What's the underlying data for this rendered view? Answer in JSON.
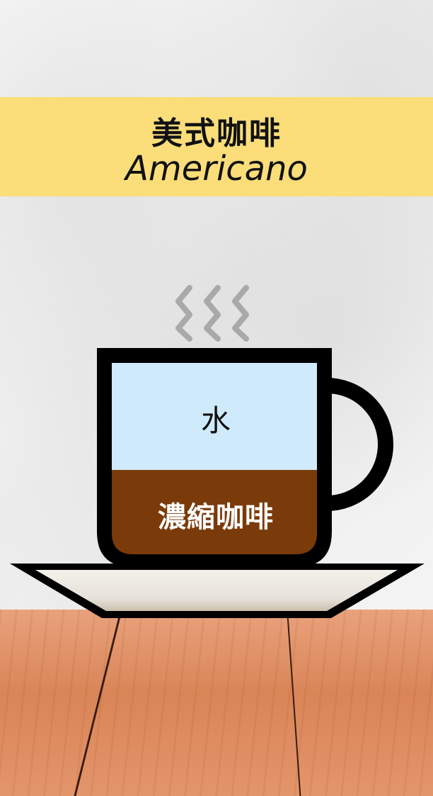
{
  "title": {
    "zh": "美式咖啡",
    "en": "Americano"
  },
  "layers": [
    {
      "label": "水",
      "fraction": 0.56,
      "color": "#cfeafa"
    },
    {
      "label": "濃縮咖啡",
      "fraction": 0.44,
      "color": "#7b3a0a"
    }
  ],
  "colors": {
    "banner": "#fbdd7a",
    "outline": "#000000",
    "steam": "#a9a9a9",
    "saucer": "#efece6"
  }
}
